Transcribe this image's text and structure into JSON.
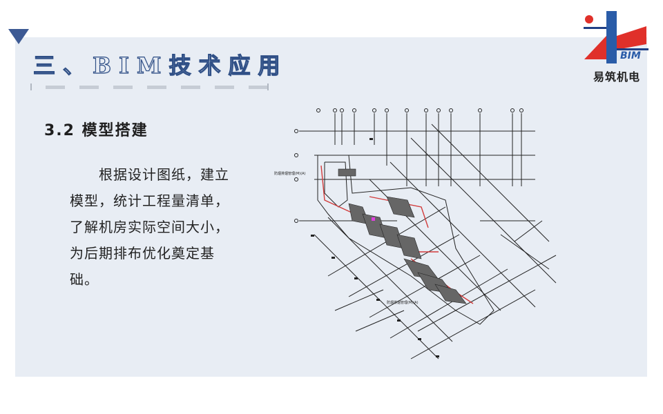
{
  "slide": {
    "title": "三、BIM技术应用",
    "subheading": "3.2 模型搭建",
    "body": "根据设计图纸，建立模型，统计工程量清单，了解机房实际空间大小，为后期排布优化奠定基础。"
  },
  "logo": {
    "brand_mark": "BIM",
    "caption": "易筑机电",
    "colors": {
      "red": "#e0302a",
      "blue": "#2a5ca8",
      "dark_blue": "#1f3f85"
    }
  },
  "drawing": {
    "description_icon": "cad-floor-plan-drawing",
    "labels": [
      "防烟排烟管理(M)(A)",
      "防烟排烟管理(M)(A)"
    ],
    "colors": {
      "line": "#222222",
      "accent": "#d23b3b",
      "fill": "#555555"
    }
  },
  "theme": {
    "panel_bg": "#e8edf4",
    "accent": "#3d5a94",
    "rule": "#c6ccd5"
  }
}
